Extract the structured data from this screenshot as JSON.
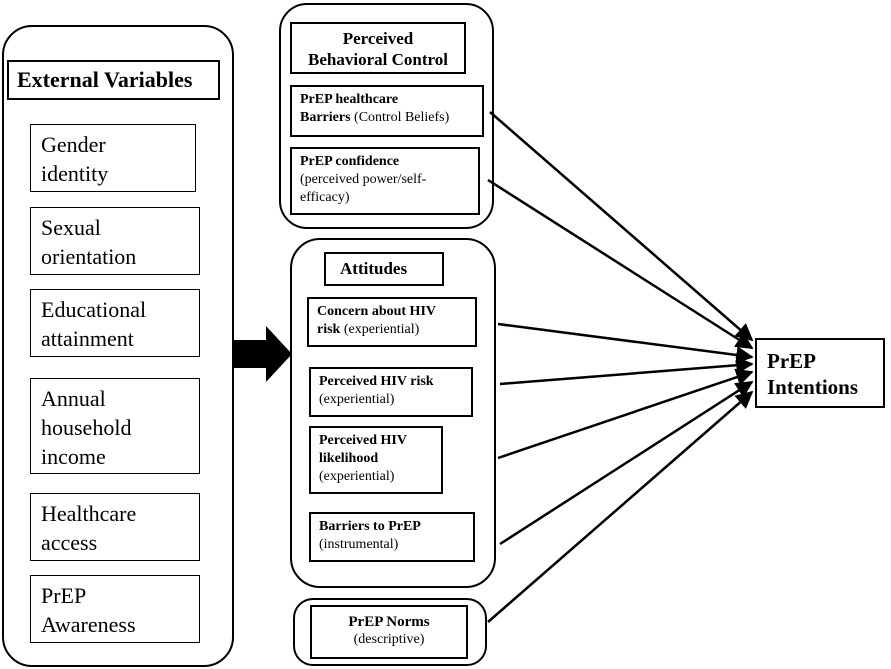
{
  "external": {
    "title": "External Variables",
    "items": [
      {
        "line1": "Gender",
        "line2": "identity",
        "line3": ""
      },
      {
        "line1": "Sexual",
        "line2": "orientation",
        "line3": ""
      },
      {
        "line1": "Educational",
        "line2": "attainment",
        "line3": ""
      },
      {
        "line1": "Annual",
        "line2": "household",
        "line3": "income"
      },
      {
        "line1": "Healthcare",
        "line2": "access",
        "line3": ""
      },
      {
        "line1": "PrEP",
        "line2": "Awareness",
        "line3": ""
      }
    ]
  },
  "pbc": {
    "title_line1": "Perceived",
    "title_line2": "Behavioral Control",
    "barriers_bold1": "PrEP healthcare",
    "barriers_bold2": "Barriers",
    "barriers_note": " (Control Beliefs)",
    "confidence_bold": "PrEP confidence",
    "confidence_note1": "(perceived power/self-",
    "confidence_note2": "efficacy)"
  },
  "attitudes": {
    "title": "Attitudes",
    "concern_bold1": "Concern about HIV",
    "concern_bold2": "risk",
    "concern_note": " (experiential)",
    "risk_bold": "Perceived HIV risk",
    "risk_note": "(experiential)",
    "likelihood_bold1": "Perceived HIV",
    "likelihood_bold2": "likelihood",
    "likelihood_note": "(experiential)",
    "barriers_bold": "Barriers to PrEP",
    "barriers_note": "(instrumental)"
  },
  "norms": {
    "title": "PrEP Norms",
    "note": "(descriptive)"
  },
  "outcome": {
    "line1": "PrEP",
    "line2": "Intentions"
  }
}
